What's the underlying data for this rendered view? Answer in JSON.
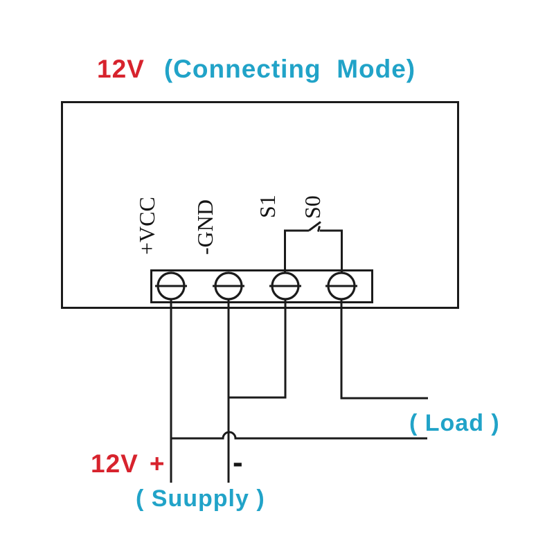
{
  "title": {
    "voltage": "12V",
    "mode": "(Connecting  Mode)"
  },
  "device": {
    "terminal_labels": [
      "+VCC",
      "-GND",
      "S1",
      "S0"
    ],
    "terminal_count": 4
  },
  "switch": {
    "between": [
      "S1",
      "S0"
    ],
    "state": "open"
  },
  "load": {
    "label": "( Load )"
  },
  "supply": {
    "voltage": "12V",
    "plus": "+",
    "minus": "-",
    "label": "( Suupply )"
  },
  "icons": {
    "screw-terminal-icon": "circle-with-horizontal-slot",
    "switch-icon": "open-knife-switch",
    "wire-hop-icon": "semicircular-crossover-bump"
  },
  "colors": {
    "accent_red": "#d7232d",
    "accent_cyan": "#21a3c8",
    "line": "#1b1b1b",
    "background": "#ffffff"
  }
}
